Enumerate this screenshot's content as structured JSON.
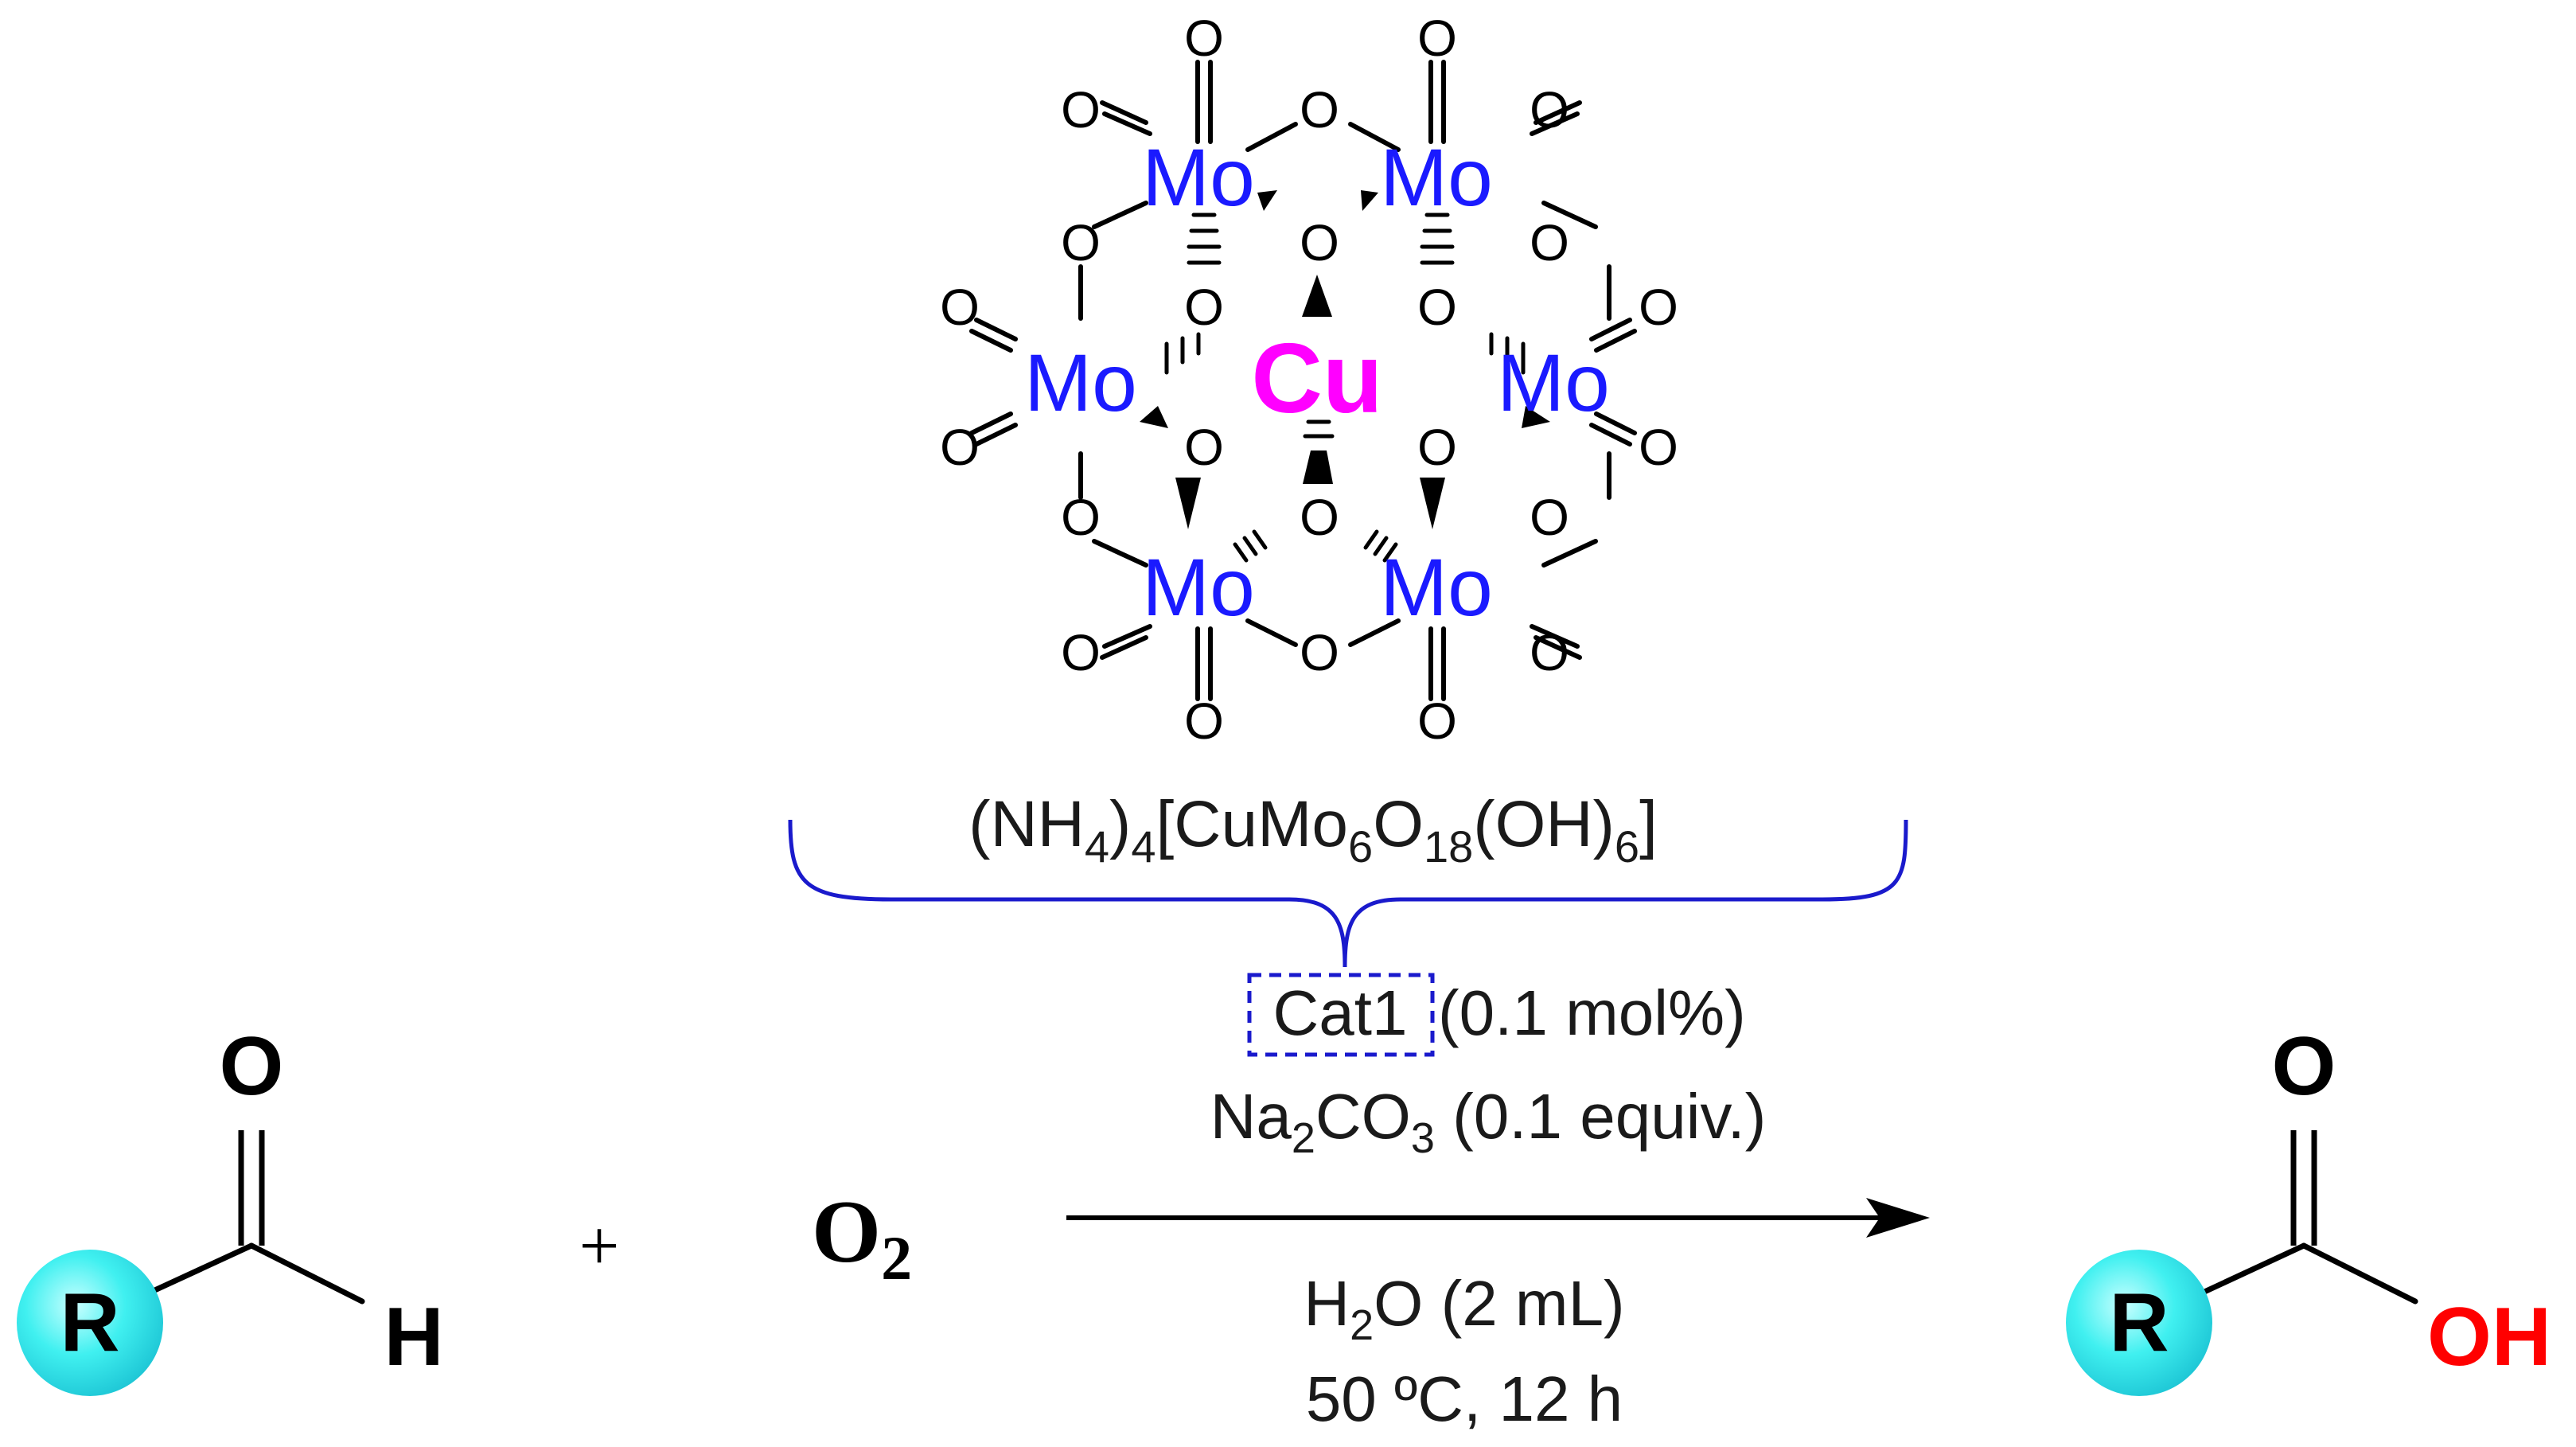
{
  "catalyst": {
    "center_atom": "Cu",
    "metal_atom": "Mo",
    "oxygen_atom": "O",
    "formula": {
      "open": "(NH",
      "s1": "4",
      "b1": ")",
      "s2": "4",
      "b2": "[CuMo",
      "s3": "6",
      "b3": "O",
      "s4": "18",
      "b4": "(OH)",
      "s5": "6",
      "close": "]"
    },
    "label": "Cat1",
    "loading": "(0.1 mol%)"
  },
  "reagents": {
    "base_a": "Na",
    "base_s1": "2",
    "base_b": "CO",
    "base_s2": "3",
    "base_amount": " (0.1 equiv.)",
    "solvent_a": "H",
    "solvent_s": "2",
    "solvent_b": "O (2 mL)",
    "conditions": "50 ºC, 12 h"
  },
  "reactant": {
    "group": "R",
    "carbonyl_o": "O",
    "hydrogen": "H"
  },
  "plus": "+",
  "oxidant": {
    "symbol": "O",
    "sub": "2"
  },
  "product": {
    "group": "R",
    "carbonyl_o": "O",
    "hydroxyl": "OH"
  },
  "colors": {
    "mo": "#1a1aff",
    "cu": "#ff00ff",
    "brace": "#1a1acc",
    "oh": "#ff0000",
    "sphere_light": "#c8ffff",
    "sphere_mid": "#40f0f0",
    "sphere_dark": "#1cc4d4"
  }
}
